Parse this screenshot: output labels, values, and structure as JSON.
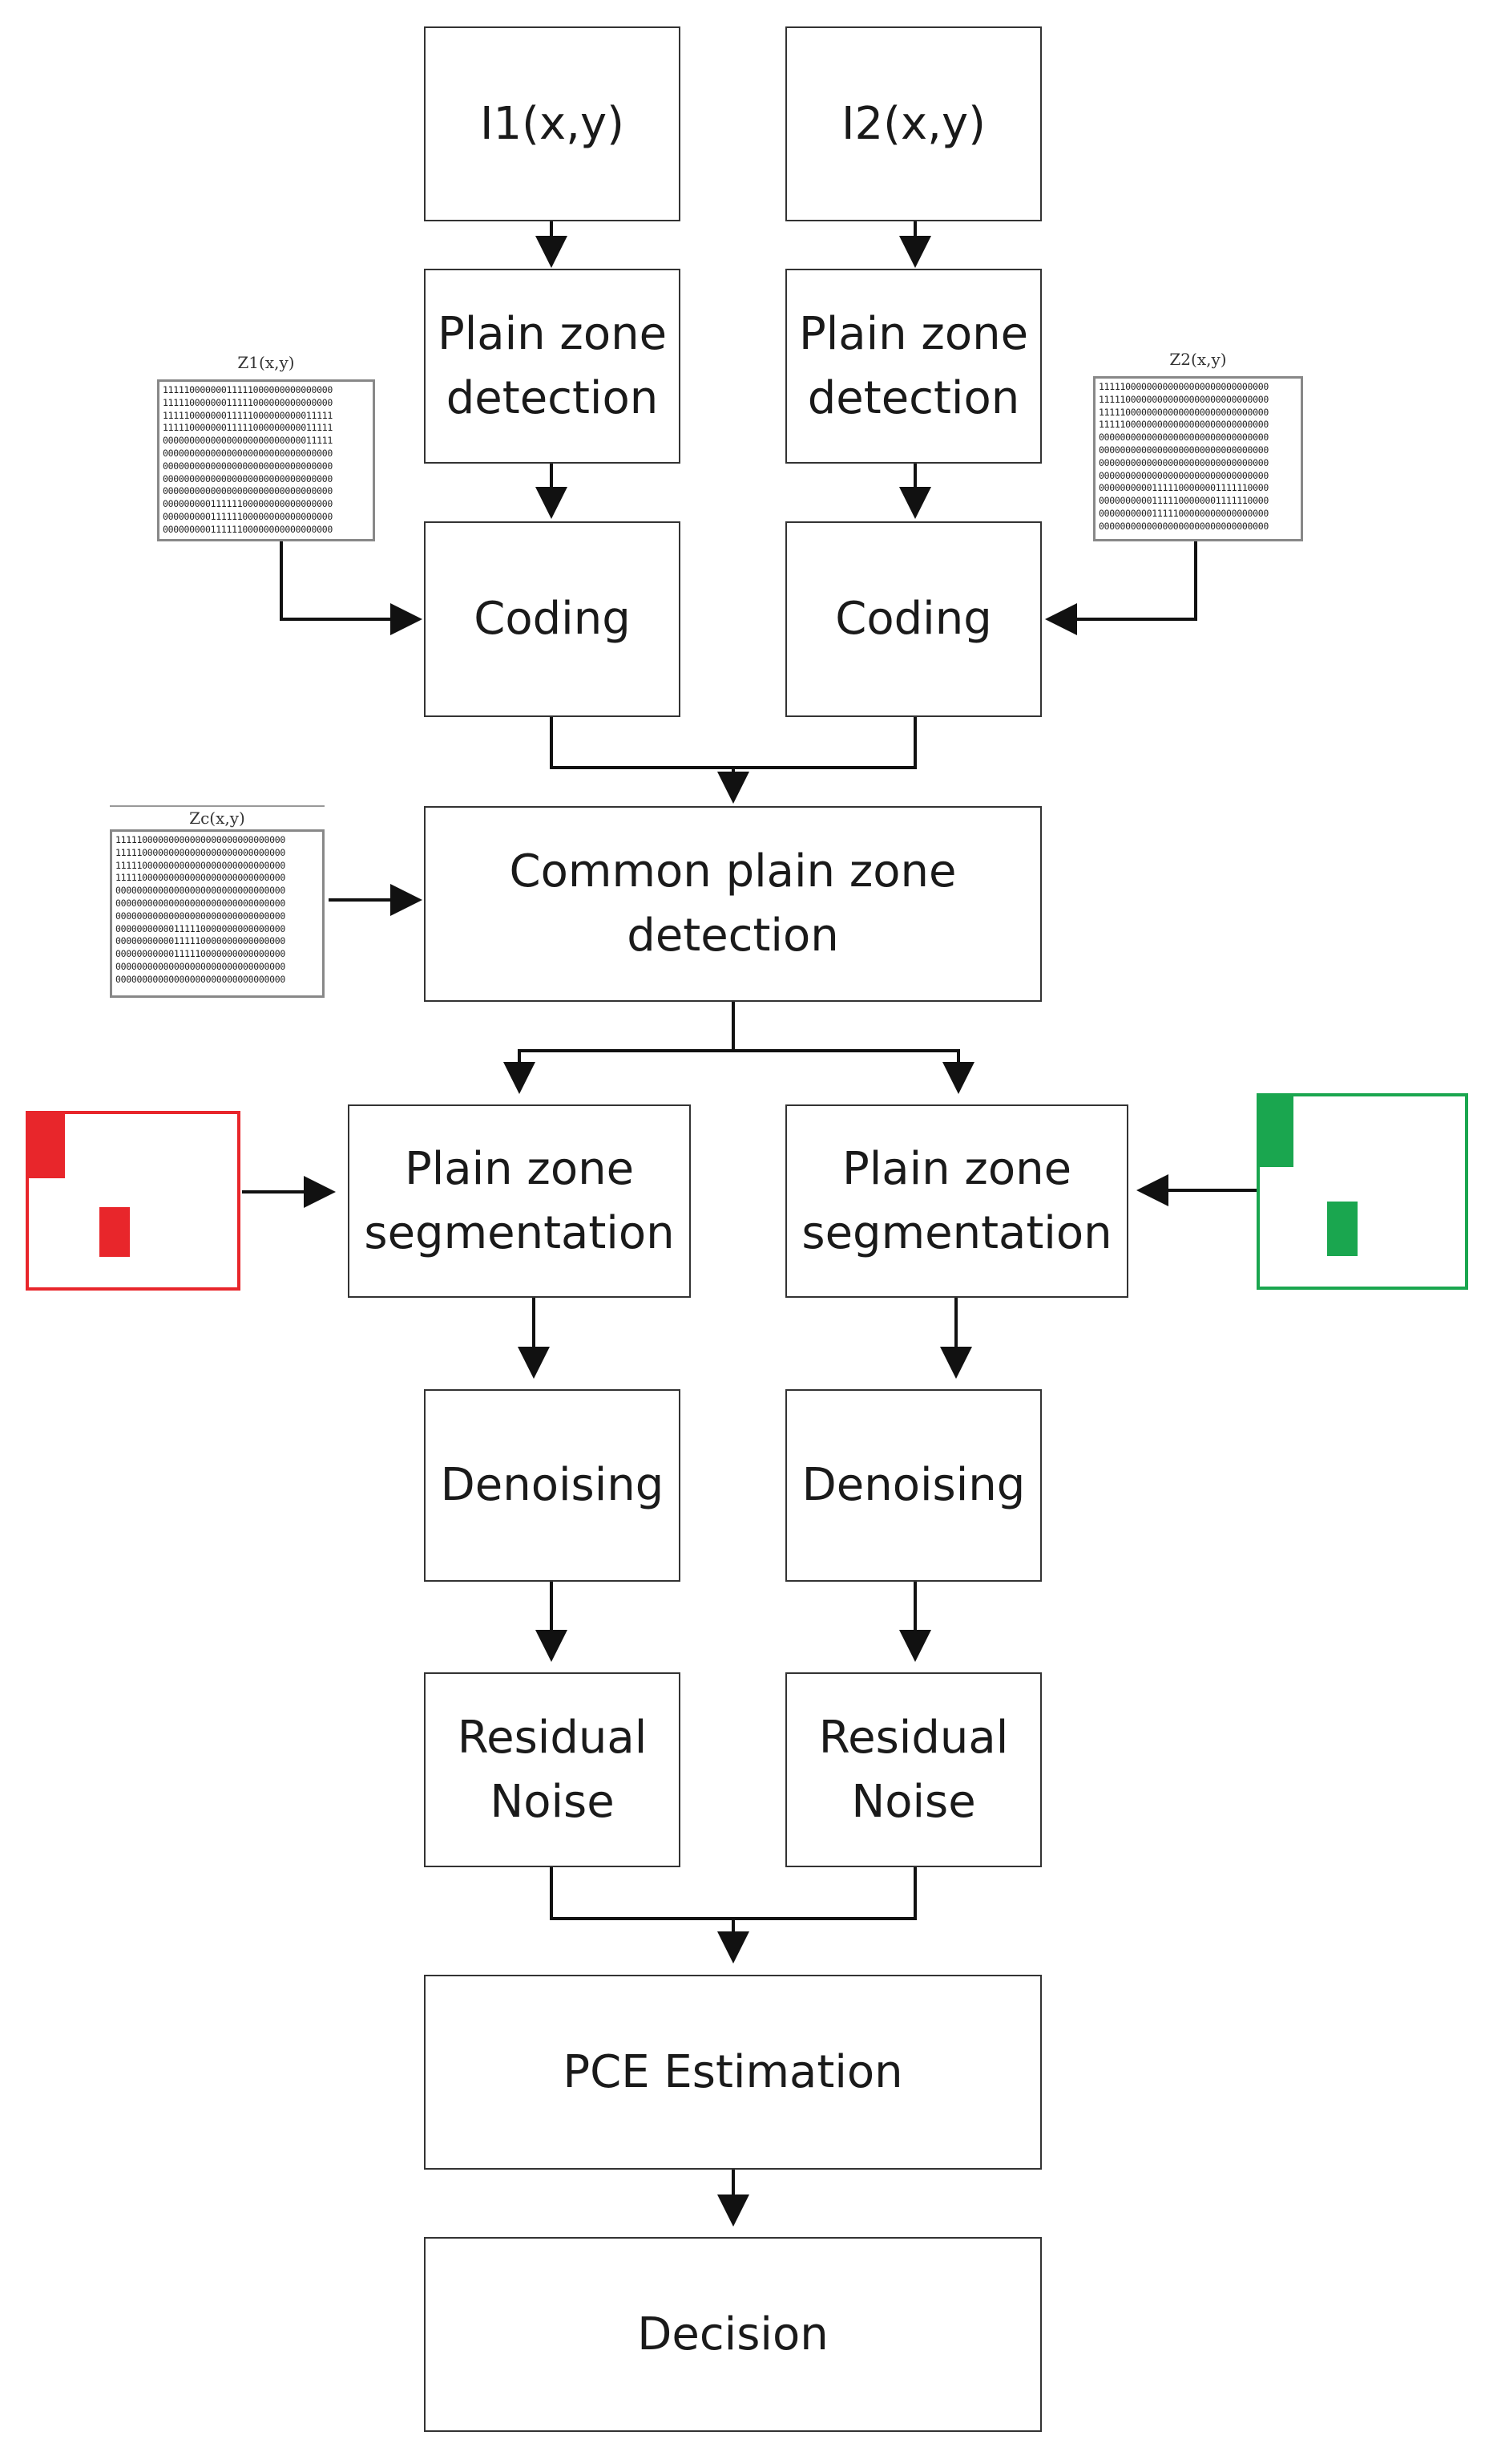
{
  "nodes": {
    "i1": "I1(x,y)",
    "i2": "I2(x,y)",
    "pzd1": "Plain zone\ndetection",
    "pzd2": "Plain zone\ndetection",
    "coding1": "Coding",
    "coding2": "Coding",
    "common": "Common plain zone\ndetection",
    "seg1": "Plain zone\nsegmentation",
    "seg2": "Plain zone\nsegmentation",
    "den1": "Denoising",
    "den2": "Denoising",
    "res1": "Residual\nNoise",
    "res2": "Residual\nNoise",
    "pce": "PCE Estimation",
    "decision": "Decision"
  },
  "matrices": {
    "z1": {
      "label": "Z1(x,y)",
      "rows": [
        "11111000000011111000000000000000",
        "11111000000011111000000000000000",
        "11111000000011111000000000011111",
        "11111000000011111000000000011111",
        "00000000000000000000000000011111",
        "00000000000000000000000000000000",
        "00000000000000000000000000000000",
        "00000000000000000000000000000000",
        "00000000000000000000000000000000",
        "00000000011111100000000000000000",
        "00000000011111100000000000000000",
        "00000000011111100000000000000000"
      ]
    },
    "z2": {
      "label": "Z2(x,y)",
      "rows": [
        "11111000000000000000000000000000",
        "11111000000000000000000000000000",
        "11111000000000000000000000000000",
        "11111000000000000000000000000000",
        "00000000000000000000000000000000",
        "00000000000000000000000000000000",
        "00000000000000000000000000000000",
        "00000000000000000000000000000000",
        "00000000001111100000001111110000",
        "00000000001111100000001111110000",
        "00000000001111100000000000000000",
        "00000000000000000000000000000000"
      ]
    },
    "zc": {
      "label": "Zc(x,y)",
      "rows": [
        "11111000000000000000000000000000",
        "11111000000000000000000000000000",
        "11111000000000000000000000000000",
        "11111000000000000000000000000000",
        "00000000000000000000000000000000",
        "00000000000000000000000000000000",
        "00000000000000000000000000000000",
        "00000000000111110000000000000000",
        "00000000000111110000000000000000",
        "00000000000111110000000000000000",
        "00000000000000000000000000000000",
        "00000000000000000000000000000000"
      ]
    }
  },
  "colors": {
    "mask_red": "#e8262b",
    "mask_green": "#1aa64f",
    "line": "#111111",
    "box_border": "#333333"
  }
}
